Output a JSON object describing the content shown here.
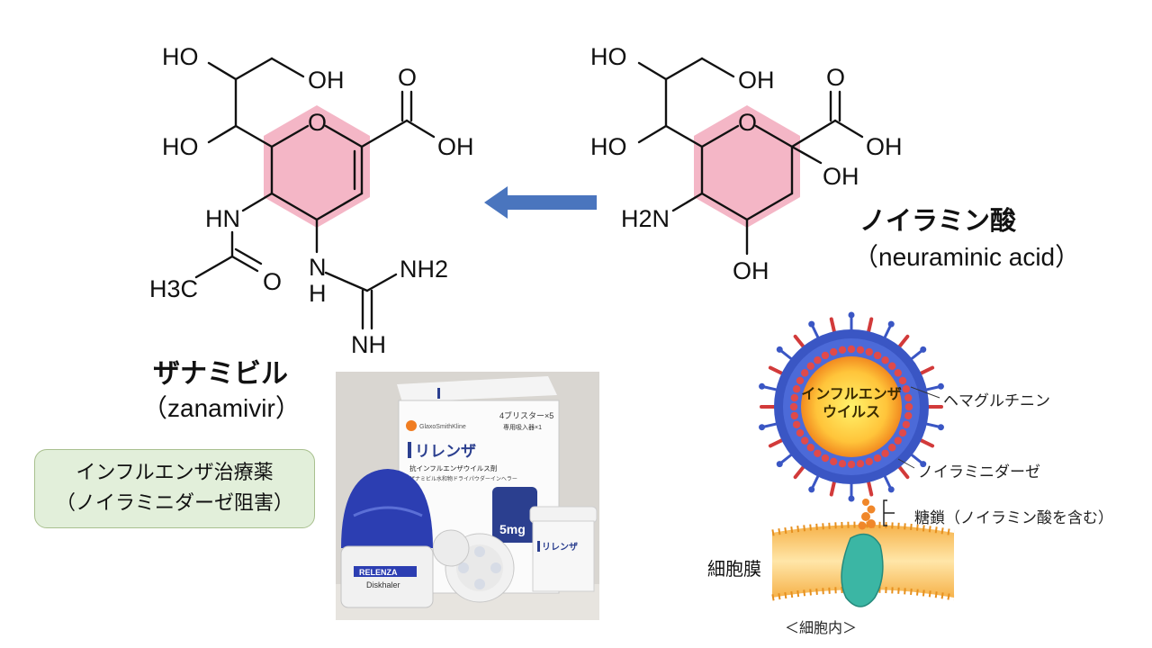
{
  "zanamivir": {
    "name_jp": "ザナミビル",
    "name_en": "zanamivir",
    "atoms": {
      "ho_top": "HO",
      "oh_top": "OH",
      "ho_mid": "HO",
      "ring_o": "O",
      "carbonyl_o": "O",
      "cooh_oh": "OH",
      "hn": "HN",
      "amide_o": "O",
      "methyl": "H3C",
      "guan_n": "N",
      "guan_h": "H",
      "nh2": "NH2",
      "nh": "NH"
    }
  },
  "neuraminic_acid": {
    "name_jp": "ノイラミン酸",
    "name_en": "neuraminic acid",
    "atoms": {
      "ho_top": "HO",
      "oh_top": "OH",
      "ho_mid": "HO",
      "ring_o": "O",
      "carbonyl_o": "O",
      "cooh_oh": "OH",
      "c2_oh": "OH",
      "amine": "H2N",
      "c4_oh": "OH"
    }
  },
  "treatment": {
    "line1": "インフルエンザ治療薬",
    "line2": "ノイラミニダーゼ阻害"
  },
  "product_photo": {
    "box_brand": "GlaxoSmithKline",
    "box_count": "4ブリスター×5",
    "box_inhaler": "専用吸入器×1",
    "box_title": "リレンザ",
    "box_subtitle": "抗インフルエンザウイルス剤",
    "box_desc": "ザナミビル水和物ドライパウダーインヘラー",
    "box_dose": "5mg",
    "jar_title": "リレンザ",
    "inhaler_brand": "RELENZA",
    "inhaler_name": "Diskhaler"
  },
  "virus_diagram": {
    "virus_label_1": "インフルエンザ",
    "virus_label_2": "ウイルス",
    "hemagglutinin": "ヘマグルチニン",
    "neuraminidase": "ノイラミニダーゼ",
    "sugar_chain": "糖鎖（ノイラミン酸を含む）",
    "cell_membrane": "細胞膜",
    "intracellular": "＜細胞内＞"
  },
  "colors": {
    "pink_highlight": "#f4b6c6",
    "arrow_blue": "#4a75be",
    "treatment_fill": "#e2efda",
    "virus_blue": "#3a56c4",
    "spike_red": "#d23a3a",
    "membrane_orange": "#f0a63a",
    "protein_teal": "#3bb6a4"
  },
  "icons": [
    "left-arrow-icon",
    "influenza-virus-icon",
    "cell-membrane-icon"
  ]
}
